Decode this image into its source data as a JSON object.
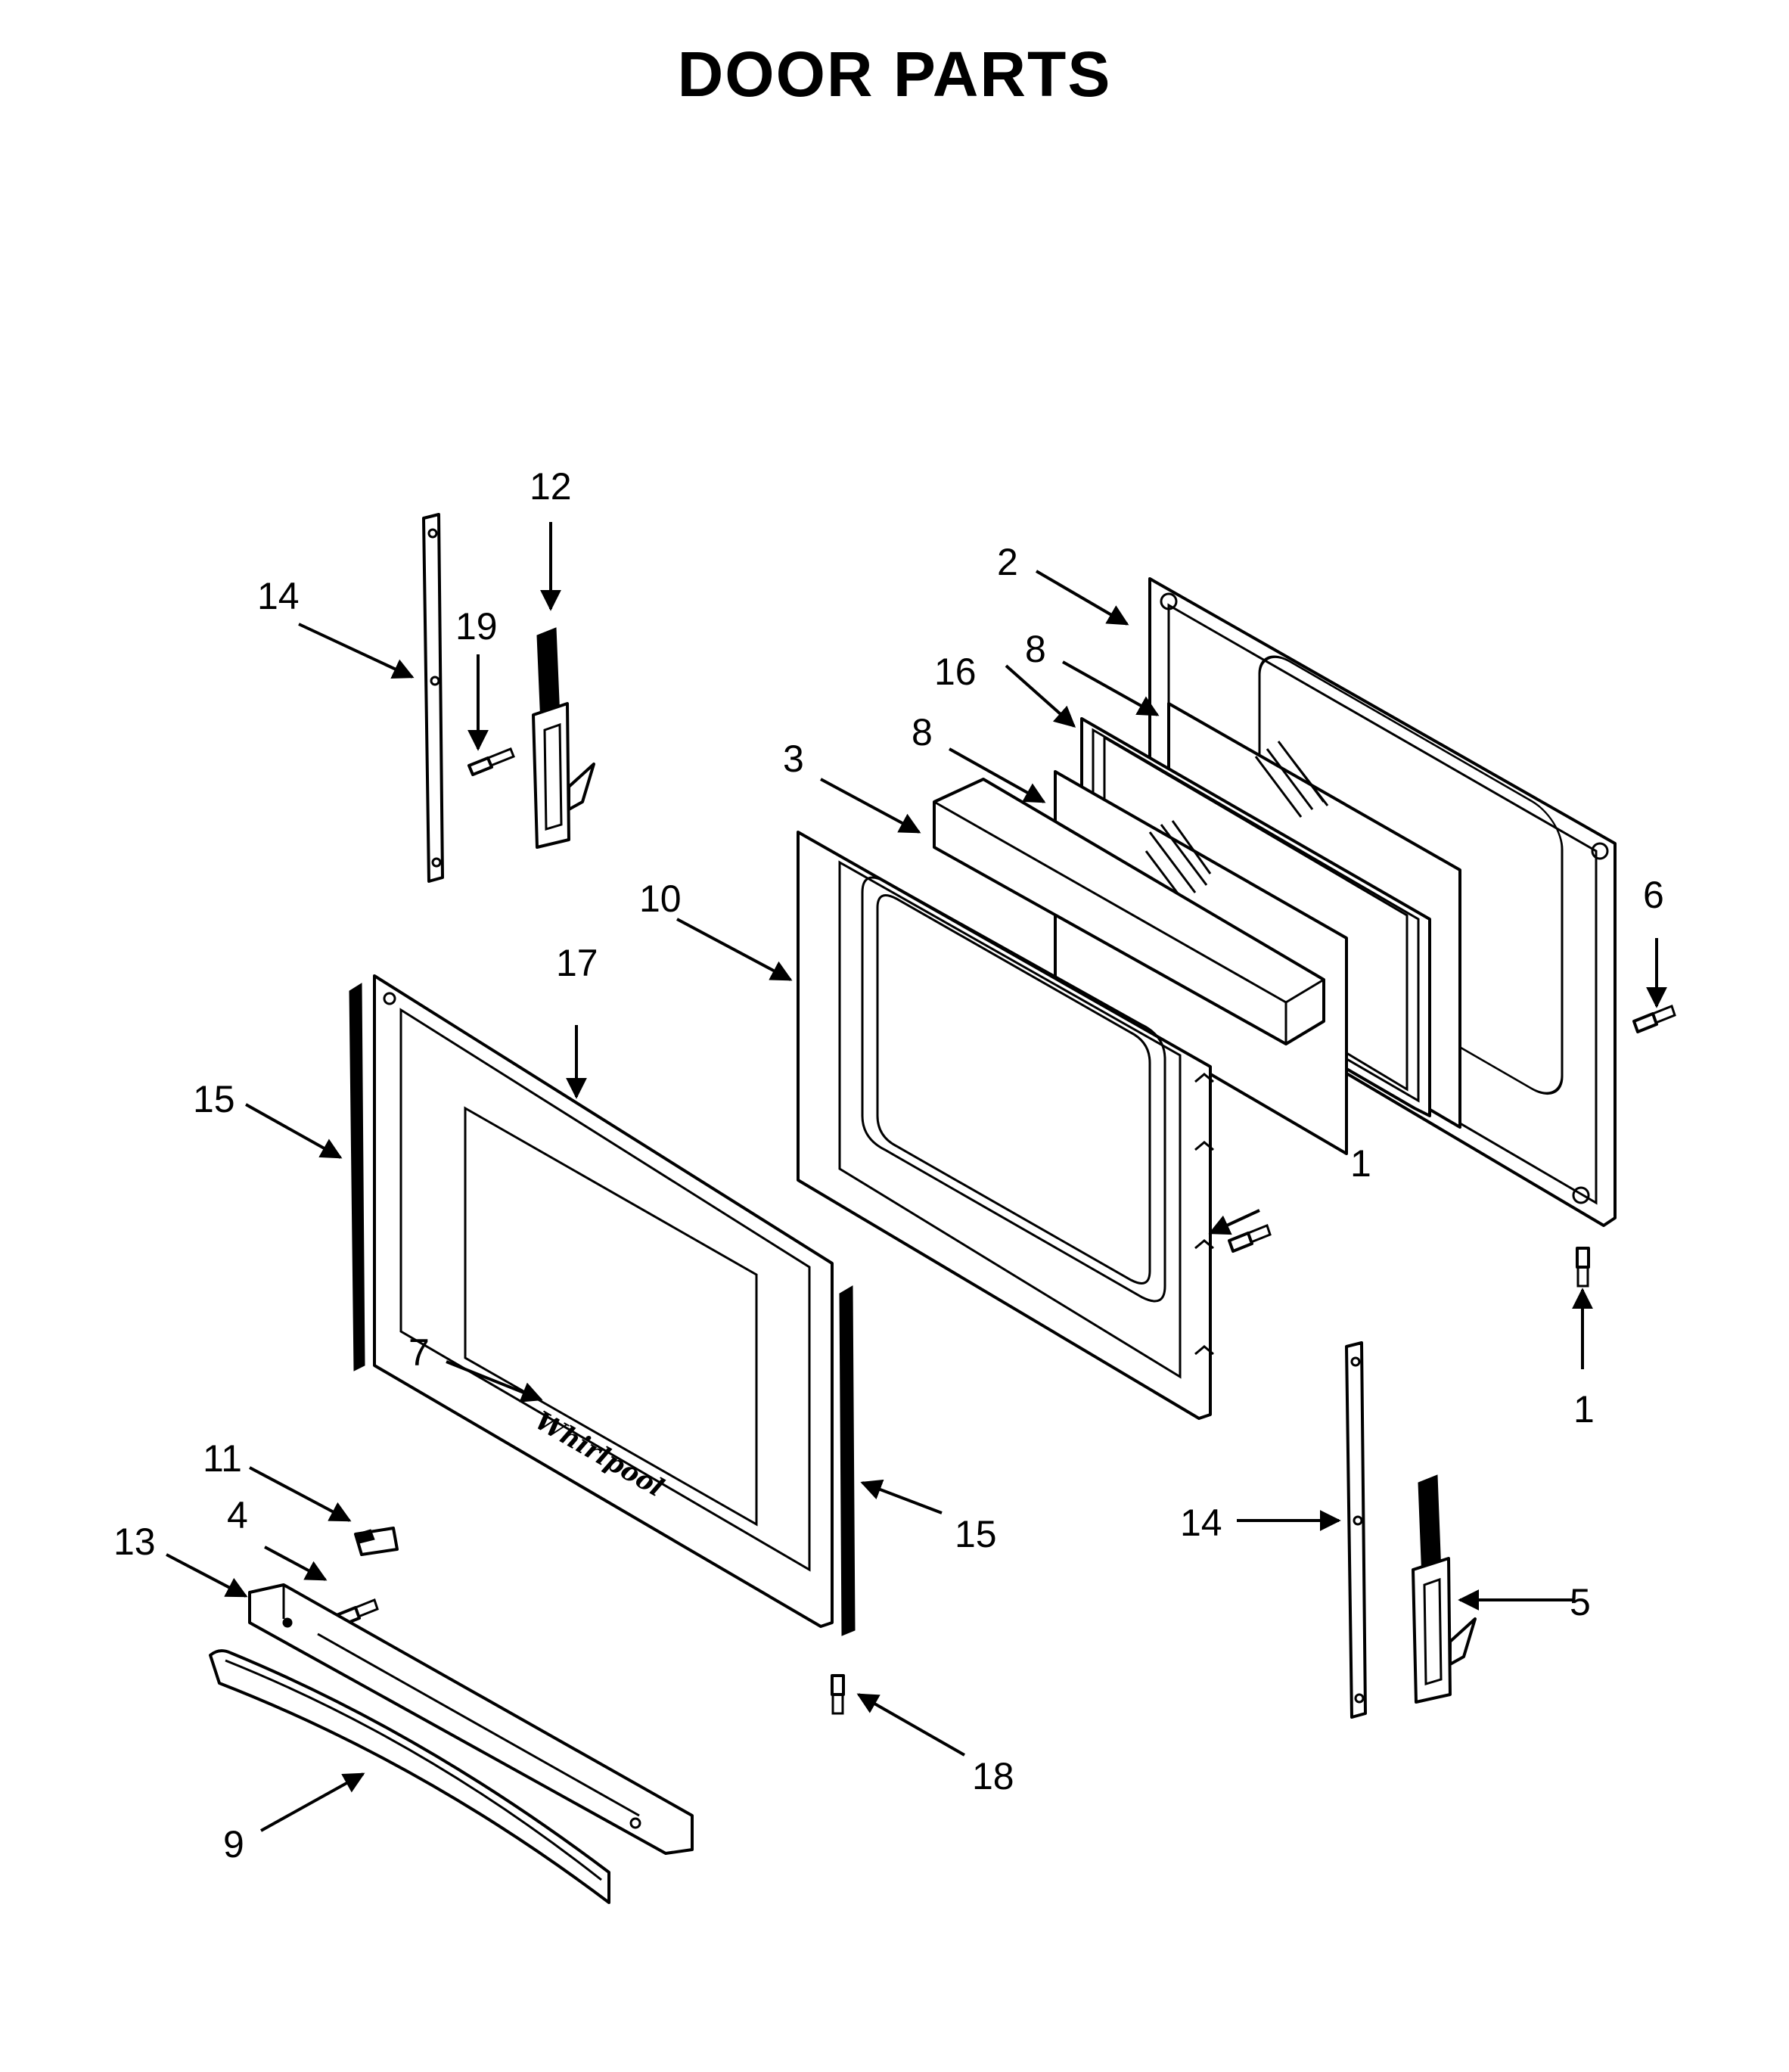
{
  "title": "DOOR PARTS",
  "brand_logo": "Whirlpool",
  "callouts": {
    "c1a": "1",
    "c1b": "1",
    "c2": "2",
    "c3": "3",
    "c4": "4",
    "c5": "5",
    "c6": "6",
    "c7": "7",
    "c8a": "8",
    "c8b": "8",
    "c9": "9",
    "c10": "10",
    "c11": "11",
    "c12": "12",
    "c13": "13",
    "c14a": "14",
    "c14b": "14",
    "c15a": "15",
    "c15b": "15",
    "c16": "16",
    "c17": "17",
    "c18": "18",
    "c19": "19"
  }
}
